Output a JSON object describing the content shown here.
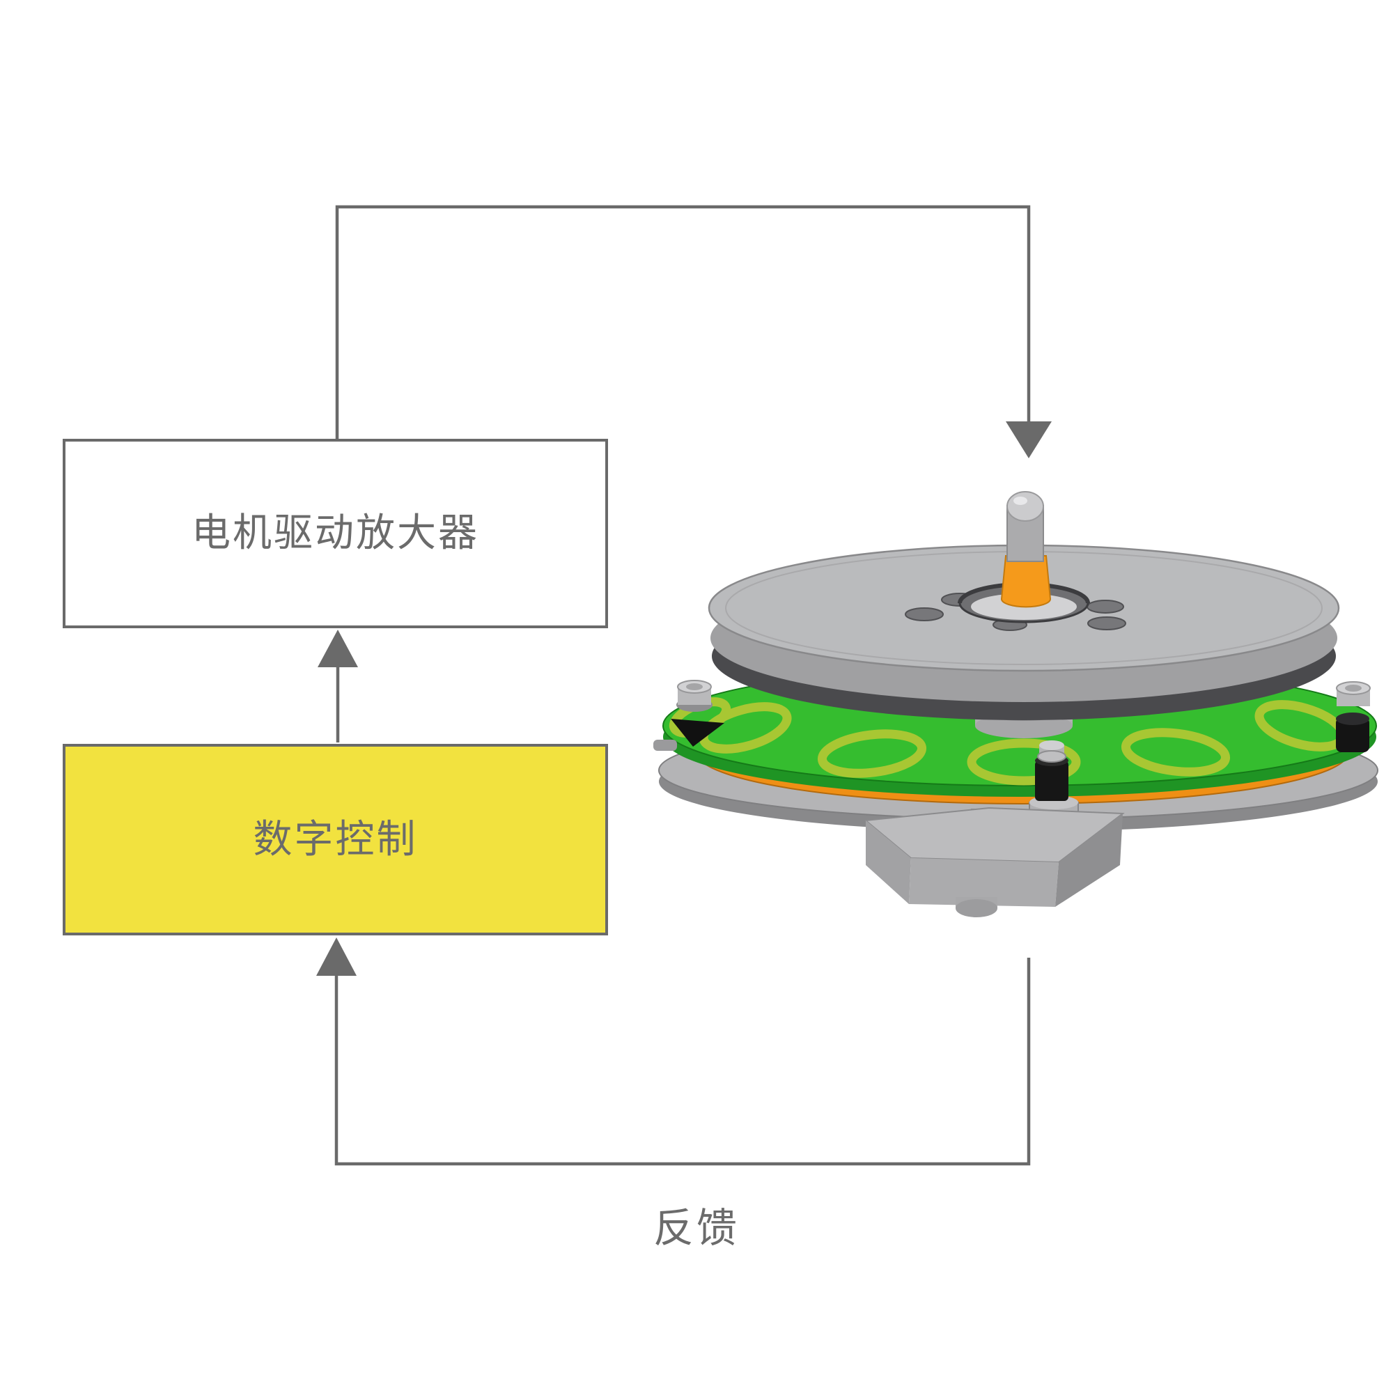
{
  "diagram": {
    "amplifier_box": {
      "label": "电机驱动放大器"
    },
    "control_box": {
      "label": "数字控制"
    },
    "feedback_label": "反馈",
    "colors": {
      "box_border_gray": "#6a6a6a",
      "highlight_yellow": "#f2e23f",
      "connector_line_gray": "#6a6a6a",
      "label_text_gray": "#6b6b6b"
    }
  },
  "illustration": {
    "description": "3d-cad-render-rotary-motor-actuator",
    "colors": {
      "rotor_disc_gray": "#b9b9bb",
      "pcb_green": "#35bd2f",
      "coil_ring_yellow_green": "#a8c733",
      "hub_pin_orange": "#f59a1b",
      "base_plate_gray": "#b4b4b6",
      "hardware_black": "#161616"
    }
  }
}
